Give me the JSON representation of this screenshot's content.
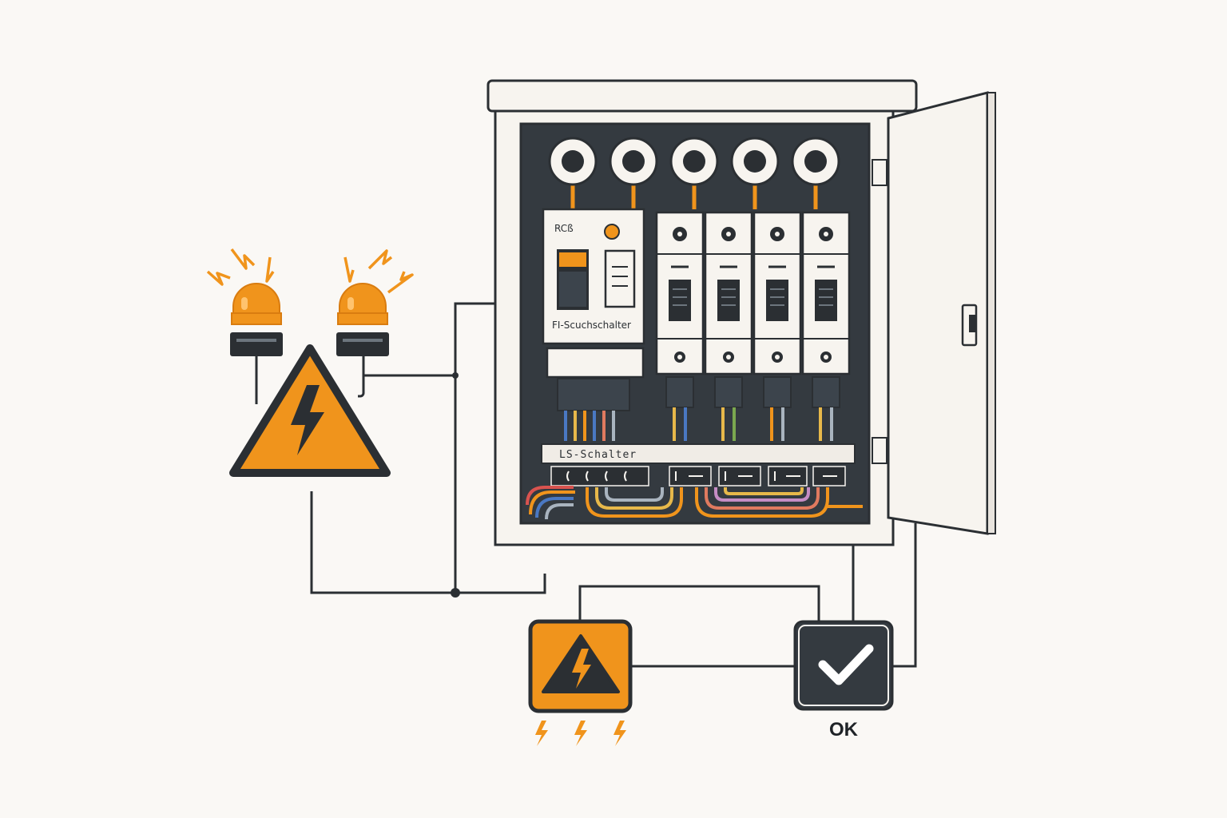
{
  "labels": {
    "rcd": "RCß",
    "fi_switch": "FI-Scuchschalter",
    "ls_switch": "LS-Schalter",
    "ok": "OK"
  },
  "icons": {
    "beacon_left": "warning-beacon-icon",
    "beacon_right": "warning-beacon-icon",
    "hazard_triangle": "high-voltage-triangle-icon",
    "hazard_box": "high-voltage-warning-box-icon",
    "ok_box": "checkmark-icon",
    "bolts": "lightning-bolt-icon"
  },
  "colors": {
    "accent_orange": "#f0941c",
    "dark": "#2b2f33",
    "panel": "#343a40",
    "cabinet": "#f7f4ef",
    "line": "#2b2f33"
  }
}
